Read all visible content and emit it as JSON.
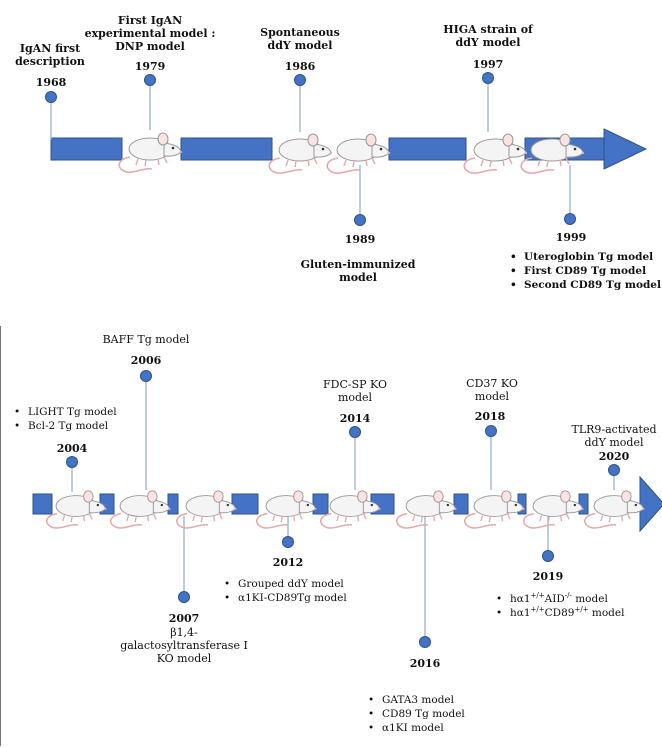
{
  "panel_top": {
    "events": [
      {
        "id": "t1968",
        "year": "1968",
        "label": "IgAN first\ndescription"
      },
      {
        "id": "t1979",
        "year": "1979",
        "label": "First IgAN\nexperimental model :\nDNP model"
      },
      {
        "id": "t1986",
        "year": "1986",
        "label": "Spontaneous\nddY model"
      },
      {
        "id": "t1989",
        "year": "1989",
        "label": "Gluten-immunized\nmodel"
      },
      {
        "id": "t1997",
        "year": "1997",
        "label": "HIGA strain of\nddY model"
      },
      {
        "id": "t1999",
        "year": "1999",
        "items": [
          "Uteroglobin Tg model",
          "First CD89 Tg model",
          "Second CD89 Tg model"
        ]
      }
    ]
  },
  "panel_bottom": {
    "events": [
      {
        "id": "b2004",
        "year": "2004",
        "items": [
          "LIGHT Tg model",
          "Bcl-2 Tg model"
        ]
      },
      {
        "id": "b2006",
        "year": "2006",
        "label": "BAFF Tg model"
      },
      {
        "id": "b2007",
        "year": "2007",
        "label": "β1,4-\ngalactosyltransferase I\nKO model"
      },
      {
        "id": "b2012",
        "year": "2012",
        "items": [
          "Grouped ddY model",
          "α1KI-CD89Tg model"
        ]
      },
      {
        "id": "b2014",
        "year": "2014",
        "label": "FDC-SP KO\nmodel"
      },
      {
        "id": "b2016",
        "year": "2016",
        "items": [
          "GATA3 model",
          "CD89 Tg model",
          "α1KI model"
        ]
      },
      {
        "id": "b2018",
        "year": "2018",
        "label": "CD37 KO\nmodel"
      },
      {
        "id": "b2019",
        "year": "2019",
        "items": [
          "hα1+/+AID-/- model",
          "hα1+/+CD89+/+ model"
        ]
      },
      {
        "id": "b2020",
        "year": "2020",
        "label": "TLR9-activated\nddY model"
      }
    ]
  },
  "colors": {
    "bar": "#4472c4",
    "bar_dark": "#2f528f",
    "pin": "#4472c4",
    "stem": "#8fa9d6",
    "mouse_body": "#f4f4f4",
    "mouse_outline": "#9a9a9a",
    "mouse_pink": "#e9a7a7"
  },
  "icons": [
    "mouse-icon",
    "pin-icon",
    "arrow-head-icon"
  ]
}
